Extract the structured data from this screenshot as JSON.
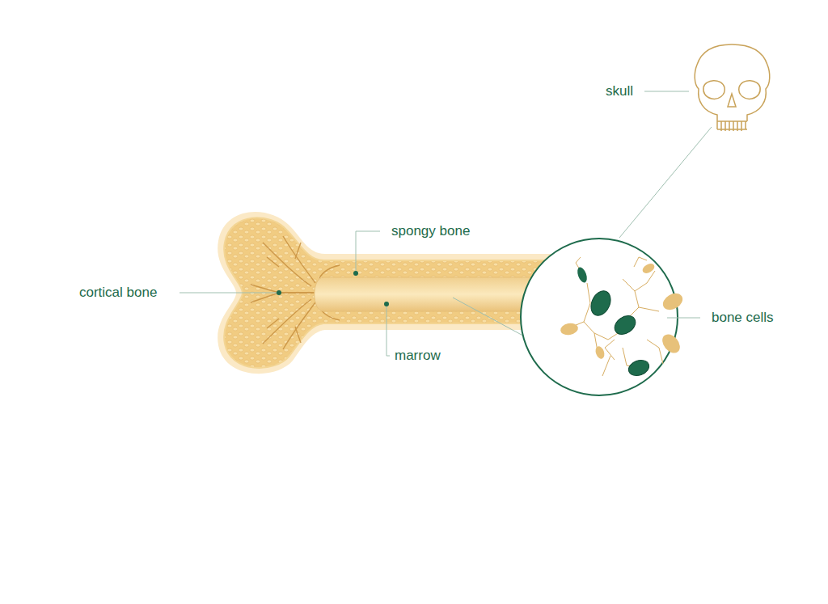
{
  "diagram": {
    "labels": [
      "skull",
      "spongy bone",
      "cortical bone",
      "bone cells",
      "marrow"
    ]
  }
}
